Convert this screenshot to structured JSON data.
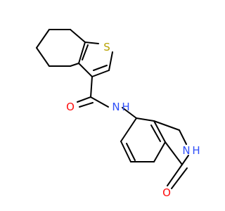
{
  "molecule": {
    "atoms": {
      "sulfur": "S",
      "amide_oxygen": "O",
      "amide_nitrogen": "N",
      "amide_hydrogen": "H",
      "lactam_nitrogen_hydrogen": "H",
      "lactam_nitrogen": "N",
      "lactam_oxygen": "O"
    }
  },
  "colors": {
    "bond": "#000000",
    "sulfur": "#b8a200",
    "oxygen": "#ff0d0d",
    "nitrogen": "#3050f8",
    "background": "#ffffff"
  }
}
